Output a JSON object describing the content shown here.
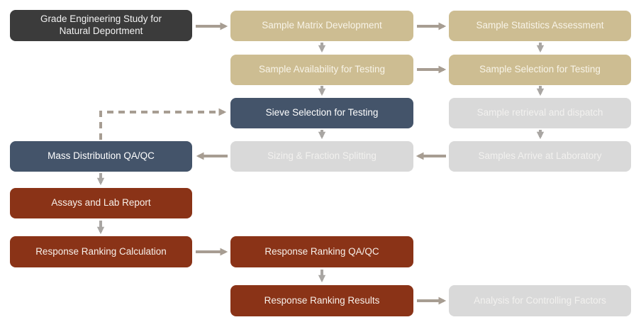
{
  "diagram": {
    "type": "flowchart",
    "colors": {
      "charcoal": "#3b3b3b",
      "tan": "#cdbd92",
      "navy": "#44546a",
      "brick": "#8a3317",
      "gray": "#d9d9d9",
      "arrow": "#a79d92",
      "arrow_gray": "#a9a6a3"
    },
    "nodes": [
      {
        "id": "grade-engineering-study",
        "label": "Grade Engineering Study for\nNatural Deportment",
        "type": "charcoal"
      },
      {
        "id": "sample-matrix-development",
        "label": "Sample Matrix Development",
        "type": "tan"
      },
      {
        "id": "sample-statistics-assessment",
        "label": "Sample Statistics Assessment",
        "type": "tan"
      },
      {
        "id": "sample-availability-for-testing",
        "label": "Sample Availability for Testing",
        "type": "tan"
      },
      {
        "id": "sample-selection-for-testing",
        "label": "Sample Selection for Testing",
        "type": "tan"
      },
      {
        "id": "sieve-selection-for-testing",
        "label": "Sieve Selection for Testing",
        "type": "navy"
      },
      {
        "id": "sample-retrieval-and-dispatch",
        "label": "Sample retrieval and dispatch",
        "type": "gray"
      },
      {
        "id": "mass-distribution-qaqc",
        "label": "Mass Distribution QA/QC",
        "type": "navy"
      },
      {
        "id": "sizing-fraction-splitting",
        "label": "Sizing & Fraction Splitting",
        "type": "gray"
      },
      {
        "id": "samples-arrive-at-laboratory",
        "label": "Samples Arrive at Laboratory",
        "type": "gray"
      },
      {
        "id": "assays-and-lab-report",
        "label": "Assays and Lab Report",
        "type": "brick"
      },
      {
        "id": "response-ranking-calculation",
        "label": "Response Ranking Calculation",
        "type": "brick"
      },
      {
        "id": "response-ranking-qaqc",
        "label": "Response Ranking QA/QC",
        "type": "brick"
      },
      {
        "id": "response-ranking-results",
        "label": "Response Ranking Results",
        "type": "brick"
      },
      {
        "id": "analysis-for-controlling-factors",
        "label": "Analysis for Controlling Factors",
        "type": "gray"
      }
    ],
    "edges": [
      {
        "from": "grade-engineering-study",
        "to": "sample-matrix-development",
        "style": "solid"
      },
      {
        "from": "sample-matrix-development",
        "to": "sample-statistics-assessment",
        "style": "solid"
      },
      {
        "from": "sample-matrix-development",
        "to": "sample-availability-for-testing",
        "style": "solid"
      },
      {
        "from": "sample-statistics-assessment",
        "to": "sample-selection-for-testing",
        "style": "solid"
      },
      {
        "from": "sample-availability-for-testing",
        "to": "sample-selection-for-testing",
        "style": "solid"
      },
      {
        "from": "sample-availability-for-testing",
        "to": "sieve-selection-for-testing",
        "style": "solid"
      },
      {
        "from": "sample-selection-for-testing",
        "to": "sample-retrieval-and-dispatch",
        "style": "solid"
      },
      {
        "from": "sample-retrieval-and-dispatch",
        "to": "samples-arrive-at-laboratory",
        "style": "solid"
      },
      {
        "from": "samples-arrive-at-laboratory",
        "to": "sizing-fraction-splitting",
        "style": "solid"
      },
      {
        "from": "sieve-selection-for-testing",
        "to": "sizing-fraction-splitting",
        "style": "solid"
      },
      {
        "from": "sizing-fraction-splitting",
        "to": "mass-distribution-qaqc",
        "style": "solid"
      },
      {
        "from": "mass-distribution-qaqc",
        "to": "sieve-selection-for-testing",
        "style": "dashed"
      },
      {
        "from": "mass-distribution-qaqc",
        "to": "assays-and-lab-report",
        "style": "solid"
      },
      {
        "from": "assays-and-lab-report",
        "to": "response-ranking-calculation",
        "style": "solid"
      },
      {
        "from": "response-ranking-calculation",
        "to": "response-ranking-qaqc",
        "style": "solid"
      },
      {
        "from": "response-ranking-qaqc",
        "to": "response-ranking-results",
        "style": "solid"
      },
      {
        "from": "response-ranking-results",
        "to": "analysis-for-controlling-factors",
        "style": "solid"
      }
    ]
  }
}
